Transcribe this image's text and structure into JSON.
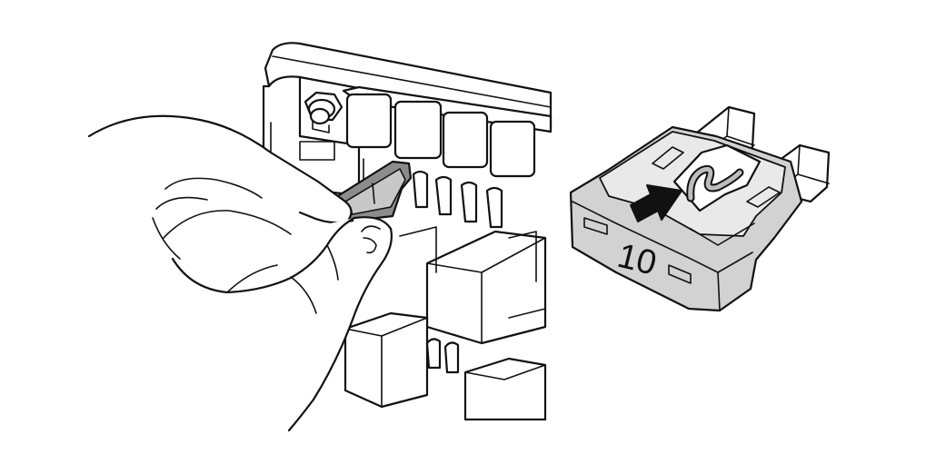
{
  "fuse": {
    "rating_label": "10",
    "body_color": "#d2d2d2",
    "outline_color": "#111111"
  },
  "illustration": {
    "left_panel": "hand-removing-fuse-with-puller-from-fuse-box",
    "right_panel": "blade-fuse-detail",
    "arrow_direction": "right"
  },
  "colors": {
    "background": "#ffffff",
    "line": "#111111",
    "tool_gray": "#8c8c8c"
  }
}
